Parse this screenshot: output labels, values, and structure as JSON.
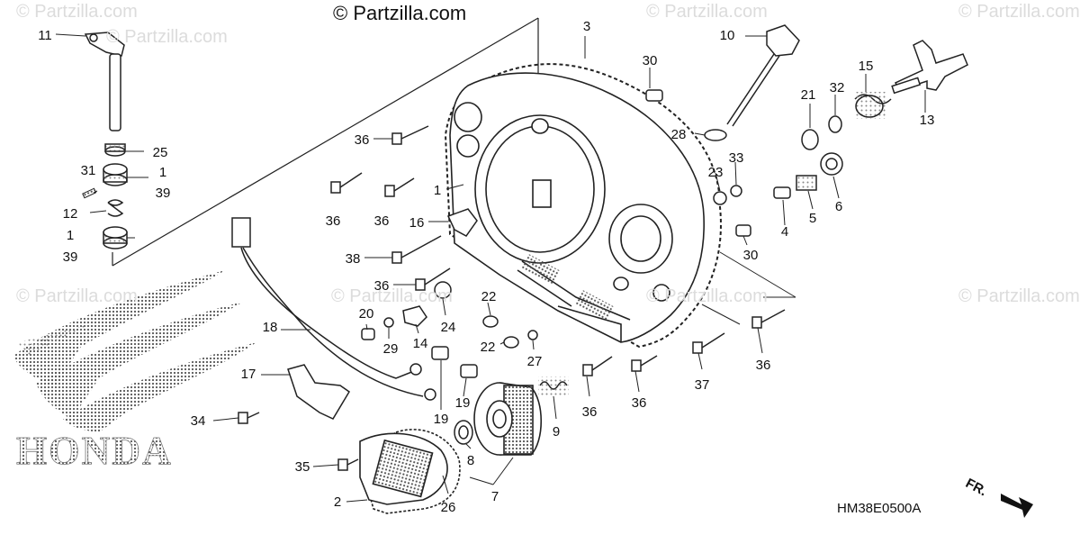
{
  "copyright": "© Partzilla.com",
  "watermarks": [
    "© Partzilla.com",
    "© Partzilla.com",
    "© Partzilla.com",
    "© Partzilla.com",
    "© Partzilla.com",
    "© Partzilla.com",
    "© Partzilla.com",
    "© Partzilla.com"
  ],
  "brand": "HONDA",
  "diagram_code": "HM38E0500A",
  "direction_label": "FR.",
  "callouts": [
    "11",
    "25",
    "31",
    "1",
    "39",
    "12",
    "1",
    "39",
    "3",
    "30",
    "10",
    "15",
    "21",
    "32",
    "13",
    "36",
    "28",
    "23",
    "33",
    "1",
    "36",
    "36",
    "16",
    "4",
    "5",
    "6",
    "30",
    "38",
    "36",
    "22",
    "24",
    "20",
    "18",
    "29",
    "14",
    "22",
    "27",
    "17",
    "19",
    "19",
    "37",
    "36",
    "34",
    "9",
    "36",
    "36",
    "35",
    "8",
    "2",
    "26",
    "7"
  ]
}
